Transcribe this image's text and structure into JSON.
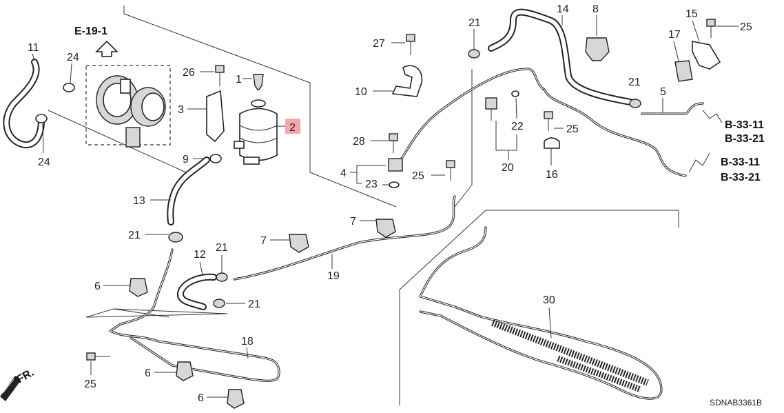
{
  "refs": {
    "e19": "E-19-1",
    "b3311_a": "B-33-11",
    "b3321_a": "B-33-21",
    "b3311_b": "B-33-11",
    "b3321_b": "B-33-21",
    "front": "FR.",
    "code": "SDNAB3361B"
  },
  "callouts": {
    "n1": "1",
    "n2": "2",
    "n3": "3",
    "n4": "4",
    "n5": "5",
    "n6a": "6",
    "n6b": "6",
    "n6c": "6",
    "n7a": "7",
    "n7b": "7",
    "n8": "8",
    "n9": "9",
    "n10": "10",
    "n11": "11",
    "n12": "12",
    "n13": "13",
    "n14": "14",
    "n15": "15",
    "n16": "16",
    "n17": "17",
    "n18": "18",
    "n19": "19",
    "n20": "20",
    "n21a": "21",
    "n21b": "21",
    "n21c": "21",
    "n21d": "21",
    "n21e": "21",
    "n22": "22",
    "n23": "23",
    "n24a": "24",
    "n24b": "24",
    "n25a": "25",
    "n25b": "25",
    "n25c": "25",
    "n25d": "25",
    "n26": "26",
    "n27": "27",
    "n28": "28",
    "n30": "30"
  },
  "colors": {
    "highlight": "#f4a7a7",
    "line": "#222222",
    "background": "#ffffff"
  }
}
